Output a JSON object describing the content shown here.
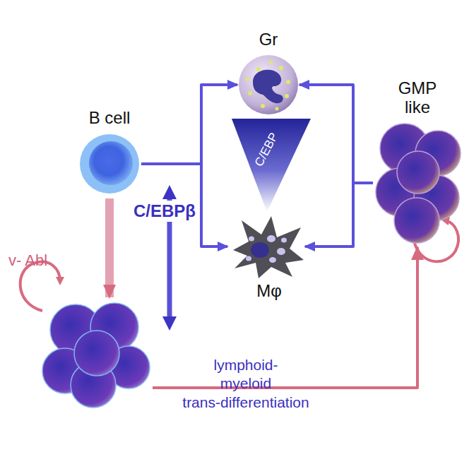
{
  "diagram": {
    "nodes": [
      {
        "text": [
          "B cell"
        ]
      },
      {
        "text": [
          "Gr"
        ]
      },
      {
        "text": [
          "GMP like"
        ]
      },
      {
        "text": [
          "Mφ"
        ]
      },
      {
        "text": [
          "lymphoid- myeloid trans-differentiation"
        ]
      }
    ],
    "edges": [
      {
        "from": 0,
        "to": 1,
        "arrow": "to"
      },
      {
        "from": 0,
        "to": 3,
        "arrow": "to"
      },
      {
        "from": 2,
        "to": 1,
        "arrow": "to"
      },
      {
        "from": 2,
        "to": 3,
        "arrow": "to"
      },
      {
        "from": 0,
        "to": 4,
        "arrow": "to"
      },
      {
        "from": 4,
        "to": 2,
        "arrow": "to"
      }
    ],
    "labels": [
      "v- Abl",
      "C/EBPβ",
      "C/EBP"
    ]
  }
}
